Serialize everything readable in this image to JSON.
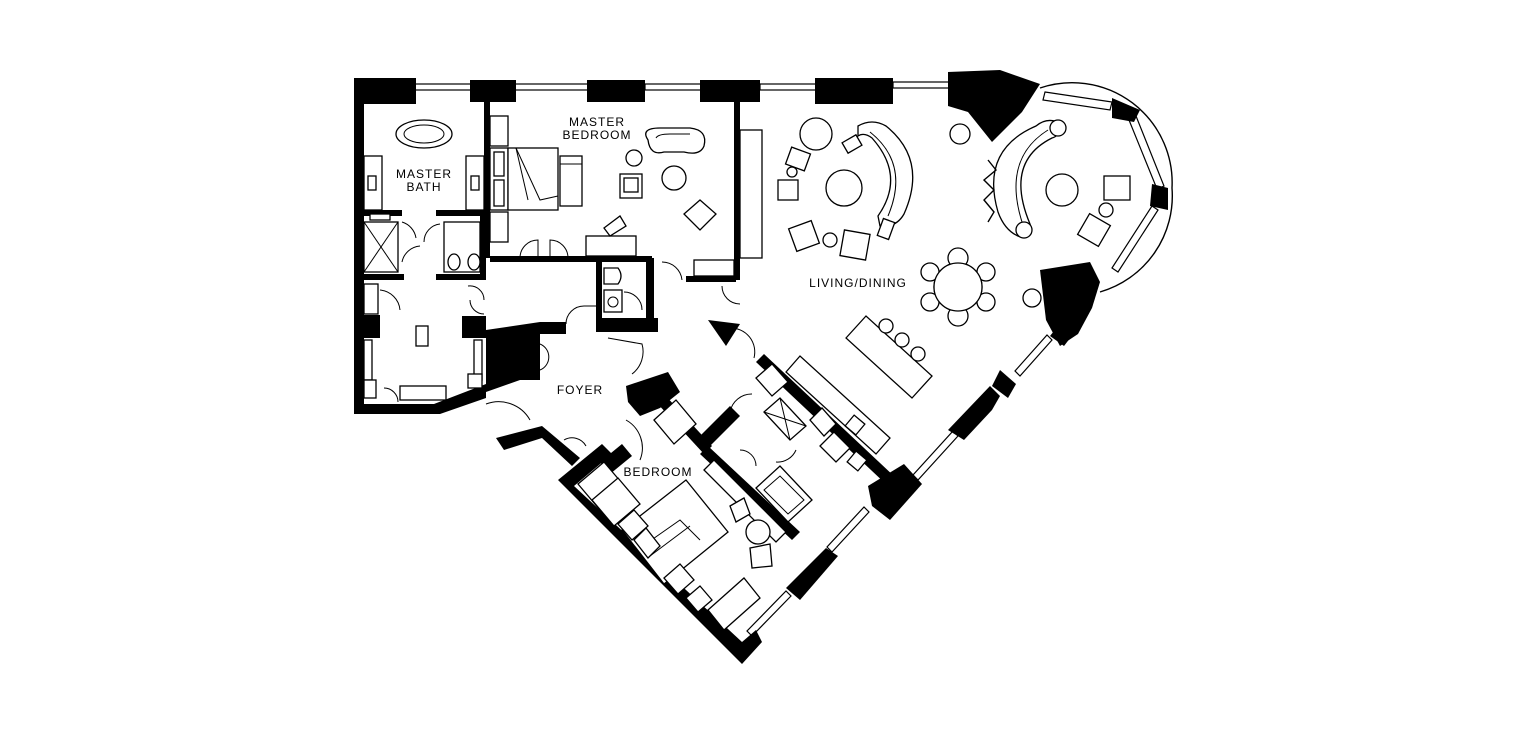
{
  "rooms": {
    "master_bedroom": {
      "line1": "MASTER",
      "line2": "BEDROOM"
    },
    "master_bath": {
      "line1": "MASTER",
      "line2": "BATH"
    },
    "living_dining": "LIVING/DINING",
    "foyer": "FOYER",
    "bedroom": "BEDROOM"
  },
  "colors": {
    "wall": "#000000",
    "background": "#ffffff"
  }
}
